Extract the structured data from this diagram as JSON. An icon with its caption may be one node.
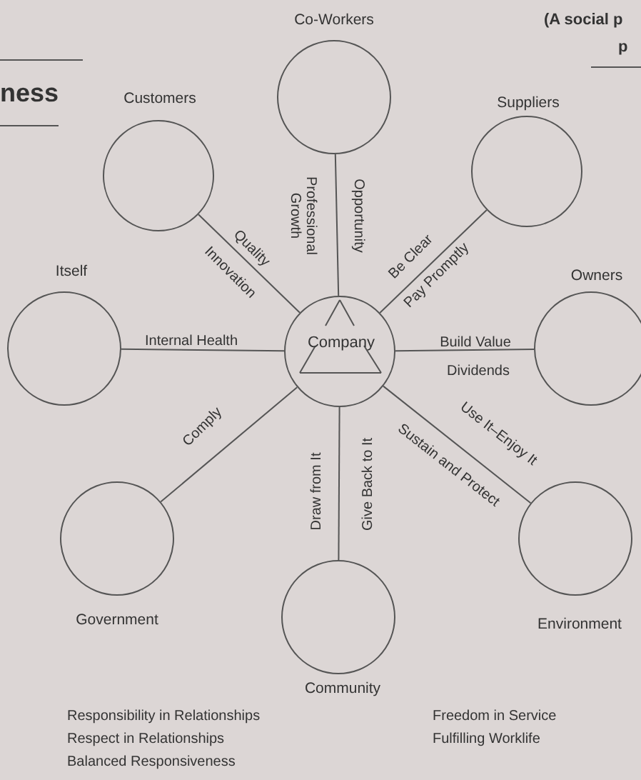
{
  "diagram": {
    "nodes": [
      {
        "text": [
          "Co-Workers"
        ]
      },
      {
        "text": [
          "Customers"
        ]
      },
      {
        "text": [
          "Suppliers"
        ]
      },
      {
        "text": [
          "Itself"
        ]
      },
      {
        "text": [
          "Company"
        ]
      },
      {
        "text": [
          "Owners"
        ]
      },
      {
        "text": [
          "Government"
        ]
      },
      {
        "text": [
          "Community"
        ]
      },
      {
        "text": [
          "Environment"
        ]
      }
    ],
    "edges": [
      {
        "from": 4,
        "to": 0,
        "arrow": "none",
        "label": "Opportunity"
      },
      {
        "from": 4,
        "to": 1,
        "arrow": "none",
        "label": "Quality"
      },
      {
        "from": 4,
        "to": 2,
        "arrow": "none",
        "label": "Be Clear"
      },
      {
        "from": 4,
        "to": 3,
        "arrow": "none",
        "label": "Internal Health"
      },
      {
        "from": 4,
        "to": 5,
        "arrow": "none",
        "label": "Build Value"
      },
      {
        "from": 4,
        "to": 6,
        "arrow": "none",
        "label": "Comply"
      },
      {
        "from": 4,
        "to": 7,
        "arrow": "none",
        "label": "Draw from It"
      },
      {
        "from": 4,
        "to": 8,
        "arrow": "none",
        "label": "Use It–Enjoy It"
      }
    ],
    "labels": [
      "(A social p",
      "p",
      "ness",
      "Professional Growth",
      "Innovation",
      "Pay Promptly",
      "Dividends",
      "Give Back to It",
      "Sustain and Protect",
      "Responsibility in Relationships",
      "Respect in Relationships",
      "Balanced Responsiveness",
      "Freedom in Service",
      "Fulfilling Worklife"
    ]
  }
}
